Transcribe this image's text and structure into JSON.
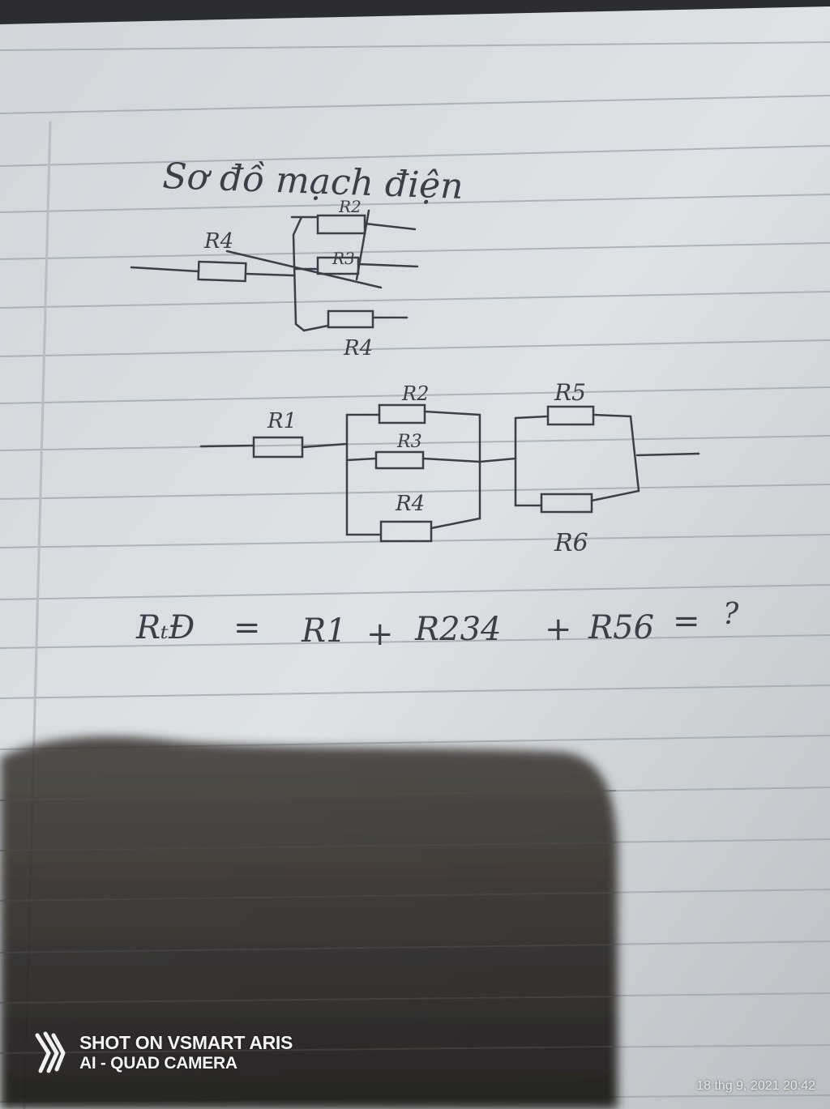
{
  "note": {
    "title": "Sơ đồ mạch điện",
    "diagram_top": {
      "labels": [
        "R4",
        "R2",
        "R3",
        "R4"
      ]
    },
    "diagram_bottom": {
      "labels": [
        "R1",
        "R2",
        "R3",
        "R4",
        "R5",
        "R6"
      ]
    },
    "formula": {
      "lhs": "RₜĐ",
      "eq1": "=",
      "t1": "R1",
      "plus1": "+",
      "t2": "R234",
      "plus2": "+",
      "t3": "R56",
      "eq2": "=",
      "result": "?"
    }
  },
  "watermark": {
    "line1": "SHOT ON VSMART ARIS",
    "line2": "AI - QUAD CAMERA"
  },
  "timestamp": "18 thg 9, 2021 20:42",
  "colors": {
    "paper": "#d9dee3",
    "rule_line": "#9ca6ae",
    "margin_line": "#b8bec4",
    "ink": "#3b3f4a",
    "shadow": "#2a2622"
  }
}
